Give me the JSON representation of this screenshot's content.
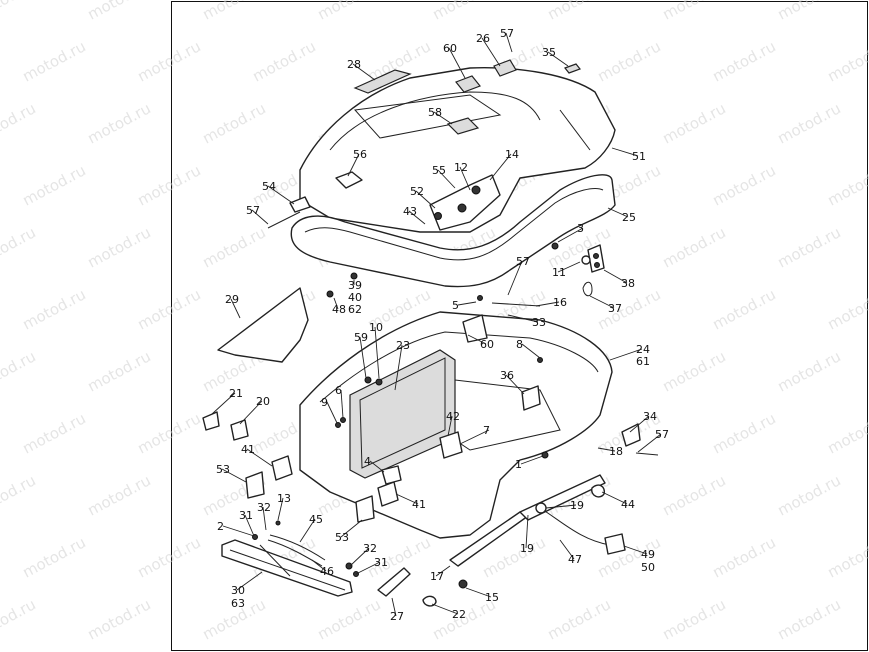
{
  "watermark": "motod.ru",
  "colors": {
    "line": "#222222",
    "background": "#ffffff",
    "watermark": "#d0d0d0"
  },
  "callouts": [
    {
      "id": "c60a",
      "text": "60"
    },
    {
      "id": "c26",
      "text": "26"
    },
    {
      "id": "c57a",
      "text": "57"
    },
    {
      "id": "c35",
      "text": "35"
    },
    {
      "id": "c28",
      "text": "28"
    },
    {
      "id": "c58",
      "text": "58"
    },
    {
      "id": "c56",
      "text": "56"
    },
    {
      "id": "c55",
      "text": "55"
    },
    {
      "id": "c12",
      "text": "12"
    },
    {
      "id": "c14",
      "text": "14"
    },
    {
      "id": "c51",
      "text": "51"
    },
    {
      "id": "c52",
      "text": "52"
    },
    {
      "id": "c54",
      "text": "54"
    },
    {
      "id": "c57b",
      "text": "57"
    },
    {
      "id": "c43",
      "text": "43"
    },
    {
      "id": "c25",
      "text": "25"
    },
    {
      "id": "c3",
      "text": "3"
    },
    {
      "id": "c11",
      "text": "11"
    },
    {
      "id": "c38",
      "text": "38"
    },
    {
      "id": "c57c",
      "text": "57"
    },
    {
      "id": "c39",
      "text": "39"
    },
    {
      "id": "c40",
      "text": "40"
    },
    {
      "id": "c62",
      "text": "62"
    },
    {
      "id": "c5",
      "text": "5"
    },
    {
      "id": "c16",
      "text": "16"
    },
    {
      "id": "c37",
      "text": "37"
    },
    {
      "id": "c48",
      "text": "48"
    },
    {
      "id": "c29",
      "text": "29"
    },
    {
      "id": "c33",
      "text": "33"
    },
    {
      "id": "c10",
      "text": "10"
    },
    {
      "id": "c59",
      "text": "59"
    },
    {
      "id": "c60b",
      "text": "60"
    },
    {
      "id": "c23",
      "text": "23"
    },
    {
      "id": "c8",
      "text": "8"
    },
    {
      "id": "c24",
      "text": "24"
    },
    {
      "id": "c61",
      "text": "61"
    },
    {
      "id": "c36",
      "text": "36"
    },
    {
      "id": "c6",
      "text": "6"
    },
    {
      "id": "c21",
      "text": "21"
    },
    {
      "id": "c20",
      "text": "20"
    },
    {
      "id": "c9",
      "text": "9"
    },
    {
      "id": "c42",
      "text": "42"
    },
    {
      "id": "c7",
      "text": "7"
    },
    {
      "id": "c34",
      "text": "34"
    },
    {
      "id": "c57d",
      "text": "57"
    },
    {
      "id": "c18",
      "text": "18"
    },
    {
      "id": "c41a",
      "text": "41"
    },
    {
      "id": "c1",
      "text": "1"
    },
    {
      "id": "c4",
      "text": "4"
    },
    {
      "id": "c53a",
      "text": "53"
    },
    {
      "id": "c44",
      "text": "44"
    },
    {
      "id": "c41b",
      "text": "41"
    },
    {
      "id": "c13",
      "text": "13"
    },
    {
      "id": "c19a",
      "text": "19"
    },
    {
      "id": "c2",
      "text": "2"
    },
    {
      "id": "c31a",
      "text": "31"
    },
    {
      "id": "c32a",
      "text": "32"
    },
    {
      "id": "c45",
      "text": "45"
    },
    {
      "id": "c53b",
      "text": "53"
    },
    {
      "id": "c19b",
      "text": "19"
    },
    {
      "id": "c47",
      "text": "47"
    },
    {
      "id": "c49",
      "text": "49"
    },
    {
      "id": "c50",
      "text": "50"
    },
    {
      "id": "c32b",
      "text": "32"
    },
    {
      "id": "c31b",
      "text": "31"
    },
    {
      "id": "c46",
      "text": "46"
    },
    {
      "id": "c17",
      "text": "17"
    },
    {
      "id": "c15",
      "text": "15"
    },
    {
      "id": "c30",
      "text": "30"
    },
    {
      "id": "c63",
      "text": "63"
    },
    {
      "id": "c27",
      "text": "27"
    },
    {
      "id": "c22",
      "text": "22"
    }
  ]
}
